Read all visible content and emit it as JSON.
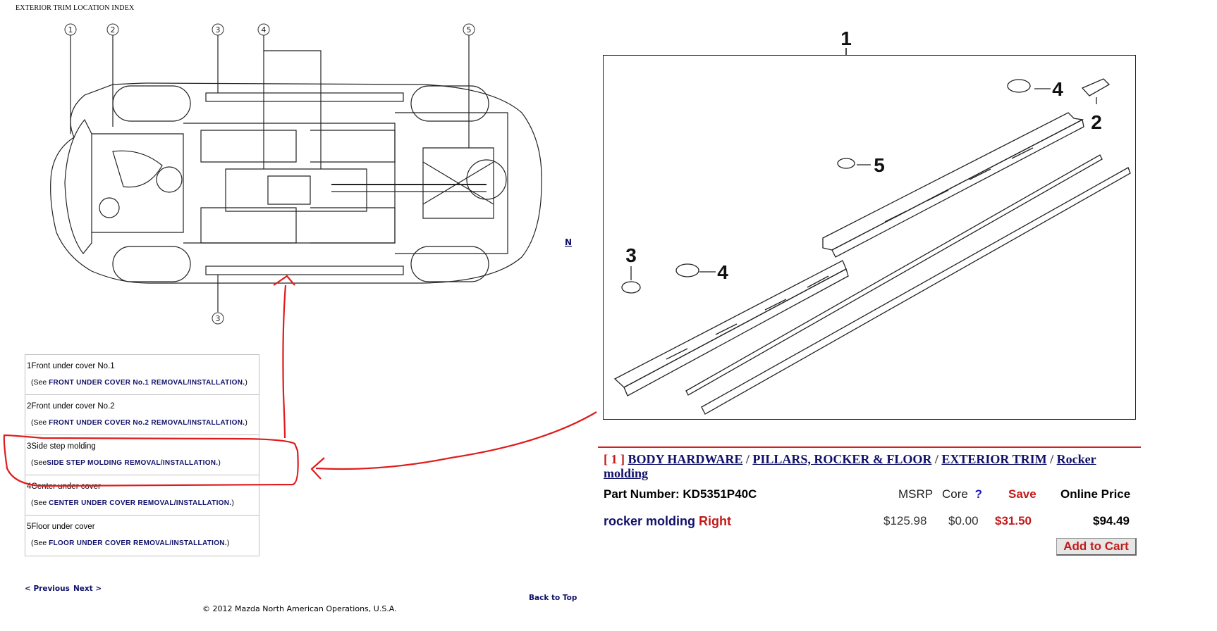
{
  "header": {
    "title": "EXTERIOR TRIM LOCATION INDEX"
  },
  "diagram": {
    "callouts": [
      "1",
      "2",
      "3",
      "4",
      "5"
    ],
    "bottom_callout": "3",
    "stray_link": "N"
  },
  "index": {
    "items": [
      {
        "num": "1",
        "title": "Front under cover No.1",
        "see": "(See ",
        "link": "FRONT UNDER COVER No.1 REMOVAL/INSTALLATION.",
        "end": ")"
      },
      {
        "num": "2",
        "title": "Front under cover No.2",
        "see": "(See ",
        "link": "FRONT UNDER COVER No.2 REMOVAL/INSTALLATION.",
        "end": ")"
      },
      {
        "num": "3",
        "title": "Side step molding",
        "see": "(See",
        "link": "SIDE STEP MOLDING REMOVAL/INSTALLATION.",
        "end": ")"
      },
      {
        "num": "4",
        "title": "Center under cover",
        "see": "(See ",
        "link": "CENTER UNDER COVER REMOVAL/INSTALLATION.",
        "end": ")"
      },
      {
        "num": "5",
        "title": "Floor under cover",
        "see": "(See ",
        "link": "FLOOR UNDER COVER REMOVAL/INSTALLATION.",
        "end": ")"
      }
    ]
  },
  "nav": {
    "previous": "< Previous",
    "next": "Next >",
    "back_to_top": "Back to Top"
  },
  "footer": {
    "copyright": "© 2012 Mazda North American Operations, U.S.A."
  },
  "parts_diagram": {
    "callouts": [
      "1",
      "2",
      "3",
      "4",
      "4",
      "5"
    ]
  },
  "breadcrumb": {
    "num": "[ 1 ]",
    "items": [
      "BODY HARDWARE",
      "PILLARS, ROCKER & FLOOR",
      "EXTERIOR TRIM",
      "Rocker molding"
    ],
    "sep": "/"
  },
  "part": {
    "number_label": "Part Number: KD5351P40C",
    "msrp_label": "MSRP",
    "core_label": "Core",
    "core_help": "?",
    "save_label": "Save",
    "online_label": "Online Price",
    "name": "rocker molding",
    "side": "Right",
    "msrp": "$125.98",
    "core": "$0.00",
    "save": "$31.50",
    "online": "$94.49",
    "add_to_cart": "Add to Cart"
  },
  "colors": {
    "link": "#10106a",
    "accent_red": "#c21a1a",
    "annotation_red": "#e01b1b"
  }
}
